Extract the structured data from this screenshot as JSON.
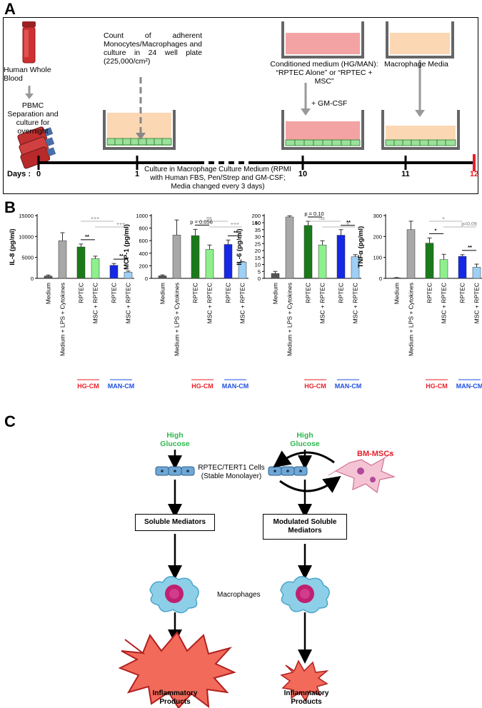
{
  "panels": {
    "a": "A",
    "b": "B",
    "c": "C"
  },
  "panel_a": {
    "blood_label": "Human Whole Blood",
    "pbmc_label": "PBMC Separation and culture for overnight",
    "count_label": "Count of adherent Monocytes/Macrophages and culture in 24 well plate (225,000/cm²)",
    "conditioned_label": "Conditioned medium (HG/MAN): “RPTEC Alone” or “RPTEC + MSC”",
    "macrophage_media_label": "Macrophage Media",
    "gmcsf_label": "+ GM-CSF",
    "days_label": "Days :",
    "ticks": [
      "0",
      "1",
      "10",
      "11",
      "12"
    ],
    "timeline_note": "Culture in Macrophage Culture Medium (RPMI with Human FBS, Pen/Strep and GM-CSF; Media changed every 3 days)"
  },
  "panel_b": {
    "x_labels": [
      "Medium",
      "Medium + LPS + Cytokines",
      "RPTEC",
      "MSC + RPTEC",
      "RPTEC",
      "MSC + RPTEC"
    ],
    "groups": [
      "HG-CM",
      "MAN-CM"
    ],
    "group_colors": [
      "#e8202a",
      "#1f4fe0"
    ],
    "bar_colors": [
      "#555555",
      "#a8a8a8",
      "#1a7a1a",
      "#8df08d",
      "#1428e6",
      "#9ecff5"
    ]
  },
  "chart_data": [
    {
      "type": "bar",
      "ylabel": "IL-8 (pg/ml)",
      "ylim": [
        0,
        15000
      ],
      "yticks": [
        "0",
        "5000",
        "10000",
        "15000"
      ],
      "categories": [
        "Medium",
        "Medium + LPS + Cytokines",
        "RPTEC",
        "MSC + RPTEC",
        "RPTEC",
        "MSC + RPTEC"
      ],
      "values": [
        550,
        9000,
        7500,
        4700,
        3100,
        1500
      ],
      "errors": [
        250,
        1900,
        700,
        600,
        450,
        250
      ],
      "annotations": [
        "**",
        "**",
        "+++",
        "+++"
      ]
    },
    {
      "type": "bar",
      "ylabel": "MCP-1 (pg/ml)",
      "ylim": [
        0,
        1000
      ],
      "yticks": [
        "0",
        "200",
        "400",
        "600",
        "800",
        "1000"
      ],
      "categories": [
        "Medium",
        "Medium + LPS + Cytokines",
        "RPTEC",
        "MSC + RPTEC",
        "RPTEC",
        "MSC + RPTEC"
      ],
      "values": [
        40,
        690,
        680,
        460,
        540,
        260
      ],
      "errors": [
        15,
        240,
        100,
        70,
        70,
        5
      ],
      "annotations": [
        "p = 0.056",
        "**",
        "ns",
        "+++"
      ]
    },
    {
      "type": "bar",
      "ylabel": "IL-6 (pg/ml)",
      "ylim": [
        0,
        200
      ],
      "yticks": [
        "0",
        "5",
        "10",
        "15",
        "20",
        "25",
        "30",
        "35",
        "40",
        "150",
        "200"
      ],
      "categories": [
        "Medium",
        "Medium + LPS + Cytokines",
        "RPTEC",
        "MSC + RPTEC",
        "RPTEC",
        "MSC + RPTEC"
      ],
      "values": [
        3.5,
        190,
        38,
        24,
        31,
        15.5
      ],
      "errors": [
        1.5,
        8,
        9,
        3,
        4,
        1.5
      ],
      "annotations": [
        "p = 0.10",
        "**",
        "ns",
        "+"
      ]
    },
    {
      "type": "bar",
      "ylabel": "TNFα (pg/ml)",
      "ylim": [
        0,
        300
      ],
      "yticks": [
        "0",
        "100",
        "200",
        "300"
      ],
      "categories": [
        "Medium",
        "Medium + LPS + Cytokines",
        "RPTEC",
        "MSC + RPTEC",
        "RPTEC",
        "MSC + RPTEC"
      ],
      "values": [
        2,
        233,
        168,
        90,
        105,
        53
      ],
      "errors": [
        2,
        40,
        25,
        25,
        8,
        15
      ],
      "annotations": [
        "*",
        "**",
        "+",
        "p=0.09"
      ]
    }
  ],
  "panel_c": {
    "high_glucose": "High Glucose",
    "cells_label": "RPTEC/TERT1 Cells (Stable Monolayer)",
    "bm_mscs": "BM-MSCs",
    "soluble": "Soluble Mediators",
    "modulated": "Modulated Soluble Mediators",
    "macrophages": "Macrophages",
    "inflammatory": "Inflammatory Products",
    "green": "#2db84d",
    "red": "#e8202a"
  }
}
